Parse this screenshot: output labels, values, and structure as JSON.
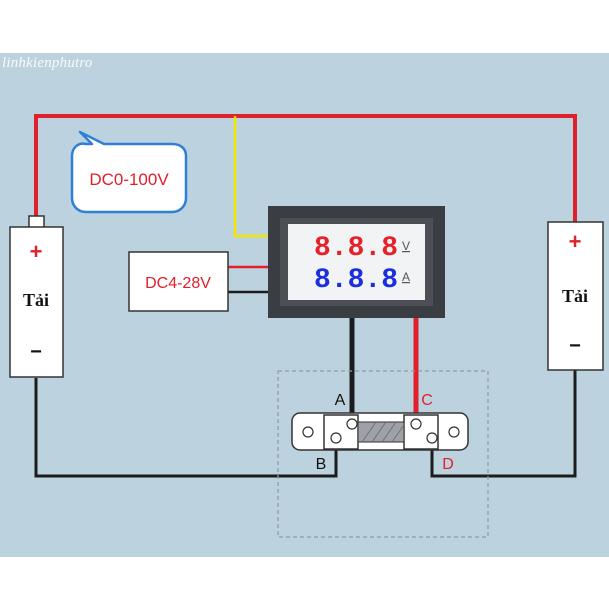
{
  "watermark": "linhkienphutro",
  "bubble": {
    "text": "DC0-100V"
  },
  "power_box": {
    "text": "DC4-28V"
  },
  "loads": [
    {
      "label": "Tải",
      "plus": "+",
      "minus": "−"
    },
    {
      "label": "Tải",
      "plus": "+",
      "minus": "−"
    }
  ],
  "meter": {
    "voltage_display": "8.8.8",
    "current_display": "8.8.8",
    "voltage_unit": "V",
    "current_unit": "A"
  },
  "shunt_terminals": {
    "a": "A",
    "b": "B",
    "c": "C",
    "d": "D"
  },
  "colors": {
    "background": "#bcd3df",
    "positive_wire": "#e0202a",
    "negative_wire": "#1c1c1c",
    "sense_wire": "#f2e600",
    "voltage_digits": "#e8202a",
    "current_digits": "#1a2ee0",
    "bubble_border": "#2f7fd8"
  }
}
